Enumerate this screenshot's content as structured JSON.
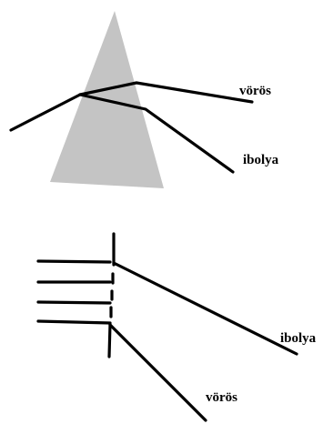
{
  "colors": {
    "prism": "#c4c4c4",
    "line": "#000000",
    "background": "#ffffff"
  },
  "prism_diagram": {
    "label_red": "vörös",
    "label_violet": "ibolya"
  },
  "grating_diagram": {
    "label_violet": "ibolya",
    "label_red": "vörös"
  }
}
